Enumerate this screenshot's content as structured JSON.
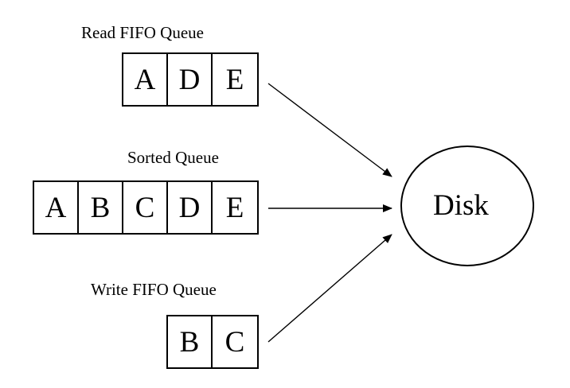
{
  "queues": {
    "read": {
      "label": "Read FIFO Queue",
      "items": [
        "A",
        "D",
        "E"
      ]
    },
    "sorted": {
      "label": "Sorted Queue",
      "items": [
        "A",
        "B",
        "C",
        "D",
        "E"
      ]
    },
    "write": {
      "label": "Write FIFO Queue",
      "items": [
        "B",
        "C"
      ]
    }
  },
  "disk": {
    "label": "Disk"
  }
}
